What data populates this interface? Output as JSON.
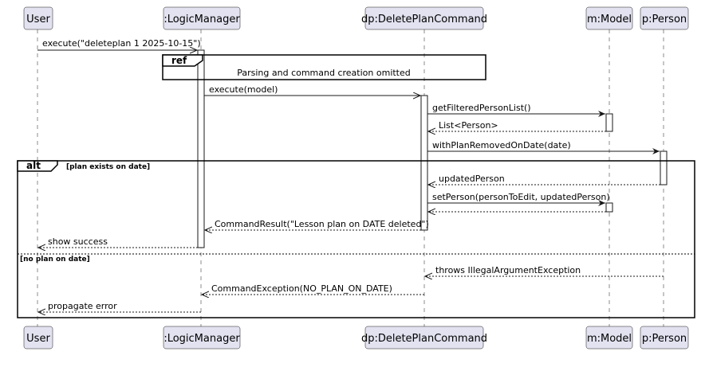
{
  "participants": [
    {
      "id": "user",
      "label": "User"
    },
    {
      "id": "lm",
      "label": ":LogicManager"
    },
    {
      "id": "dp",
      "label": "dp:DeletePlanCommand"
    },
    {
      "id": "model",
      "label": "m:Model"
    },
    {
      "id": "person",
      "label": "p:Person"
    }
  ],
  "messages": {
    "m1": "execute(\"deleteplan 1 2025-10-15\")",
    "m2": "execute(model)",
    "m3": "getFilteredPersonList()",
    "m4": "List<Person>",
    "m5": "withPlanRemovedOnDate(date)",
    "m6": "updatedPerson",
    "m7": "setPerson(personToEdit, updatedPerson)",
    "m8": "CommandResult(\"Lesson plan on DATE deleted\")",
    "m9": "show success",
    "m10": "throws IllegalArgumentException",
    "m11": "CommandException(NO_PLAN_ON_DATE)",
    "m12": "propagate error"
  },
  "ref": {
    "label": "ref",
    "text": "Parsing and command creation omitted"
  },
  "alt": {
    "label": "alt",
    "condition1": "[plan exists on date]",
    "condition2": "[no plan on date]"
  }
}
